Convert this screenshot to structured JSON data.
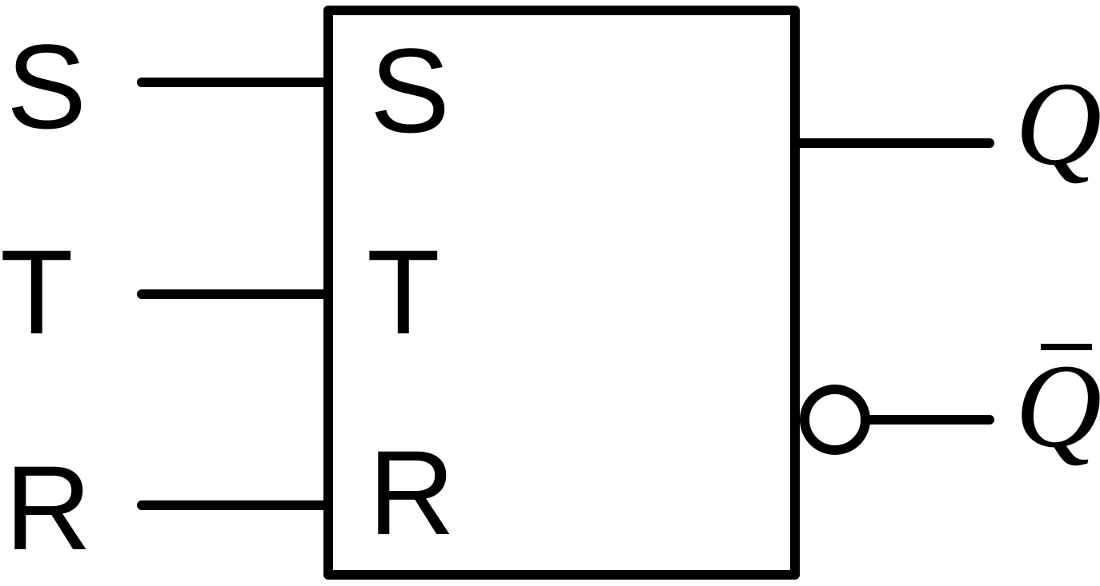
{
  "inputs": {
    "s": "S",
    "t": "T",
    "r": "R"
  },
  "pins": {
    "s": "S",
    "t": "T",
    "r": "R"
  },
  "outputs": {
    "q": "Q",
    "q_bar": "Q"
  },
  "colors": {
    "stroke": "#000000",
    "background": "#ffffff"
  }
}
